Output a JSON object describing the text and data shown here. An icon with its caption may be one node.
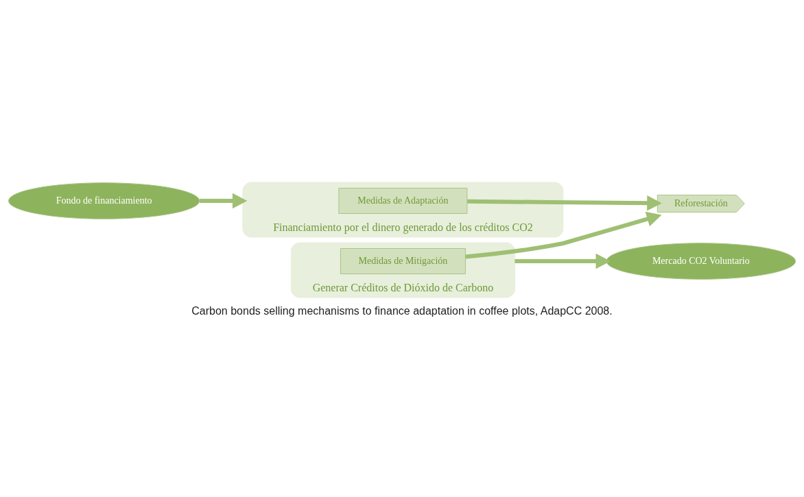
{
  "diagram": {
    "caption": "Carbon bonds selling mechanisms to finance adaptation in coffee plots, AdapCC 2008.",
    "nodes": [
      {
        "text": [
          "Generar Créditos de Dióxido de Carbono"
        ]
      },
      {
        "text": [
          "Medidas de Mitigación"
        ],
        "in": 0
      },
      {
        "text": [
          "Reforestación"
        ]
      },
      {
        "text": [
          "Financiamiento por el dinero generado de los créditos CO2"
        ]
      },
      {
        "text": [
          "Medidas de Adaptación"
        ],
        "in": 3
      },
      {
        "text": [
          "Mercado CO2 Voluntario"
        ]
      },
      {
        "text": [
          "Fondo de financiamiento"
        ]
      }
    ],
    "edges": [
      {
        "from": 1,
        "to": 2,
        "arrow": "to"
      },
      {
        "from": 4,
        "to": 2,
        "arrow": "to"
      },
      {
        "from": 0,
        "to": 5,
        "arrow": "to"
      },
      {
        "from": 6,
        "to": 3,
        "arrow": "to"
      }
    ]
  }
}
